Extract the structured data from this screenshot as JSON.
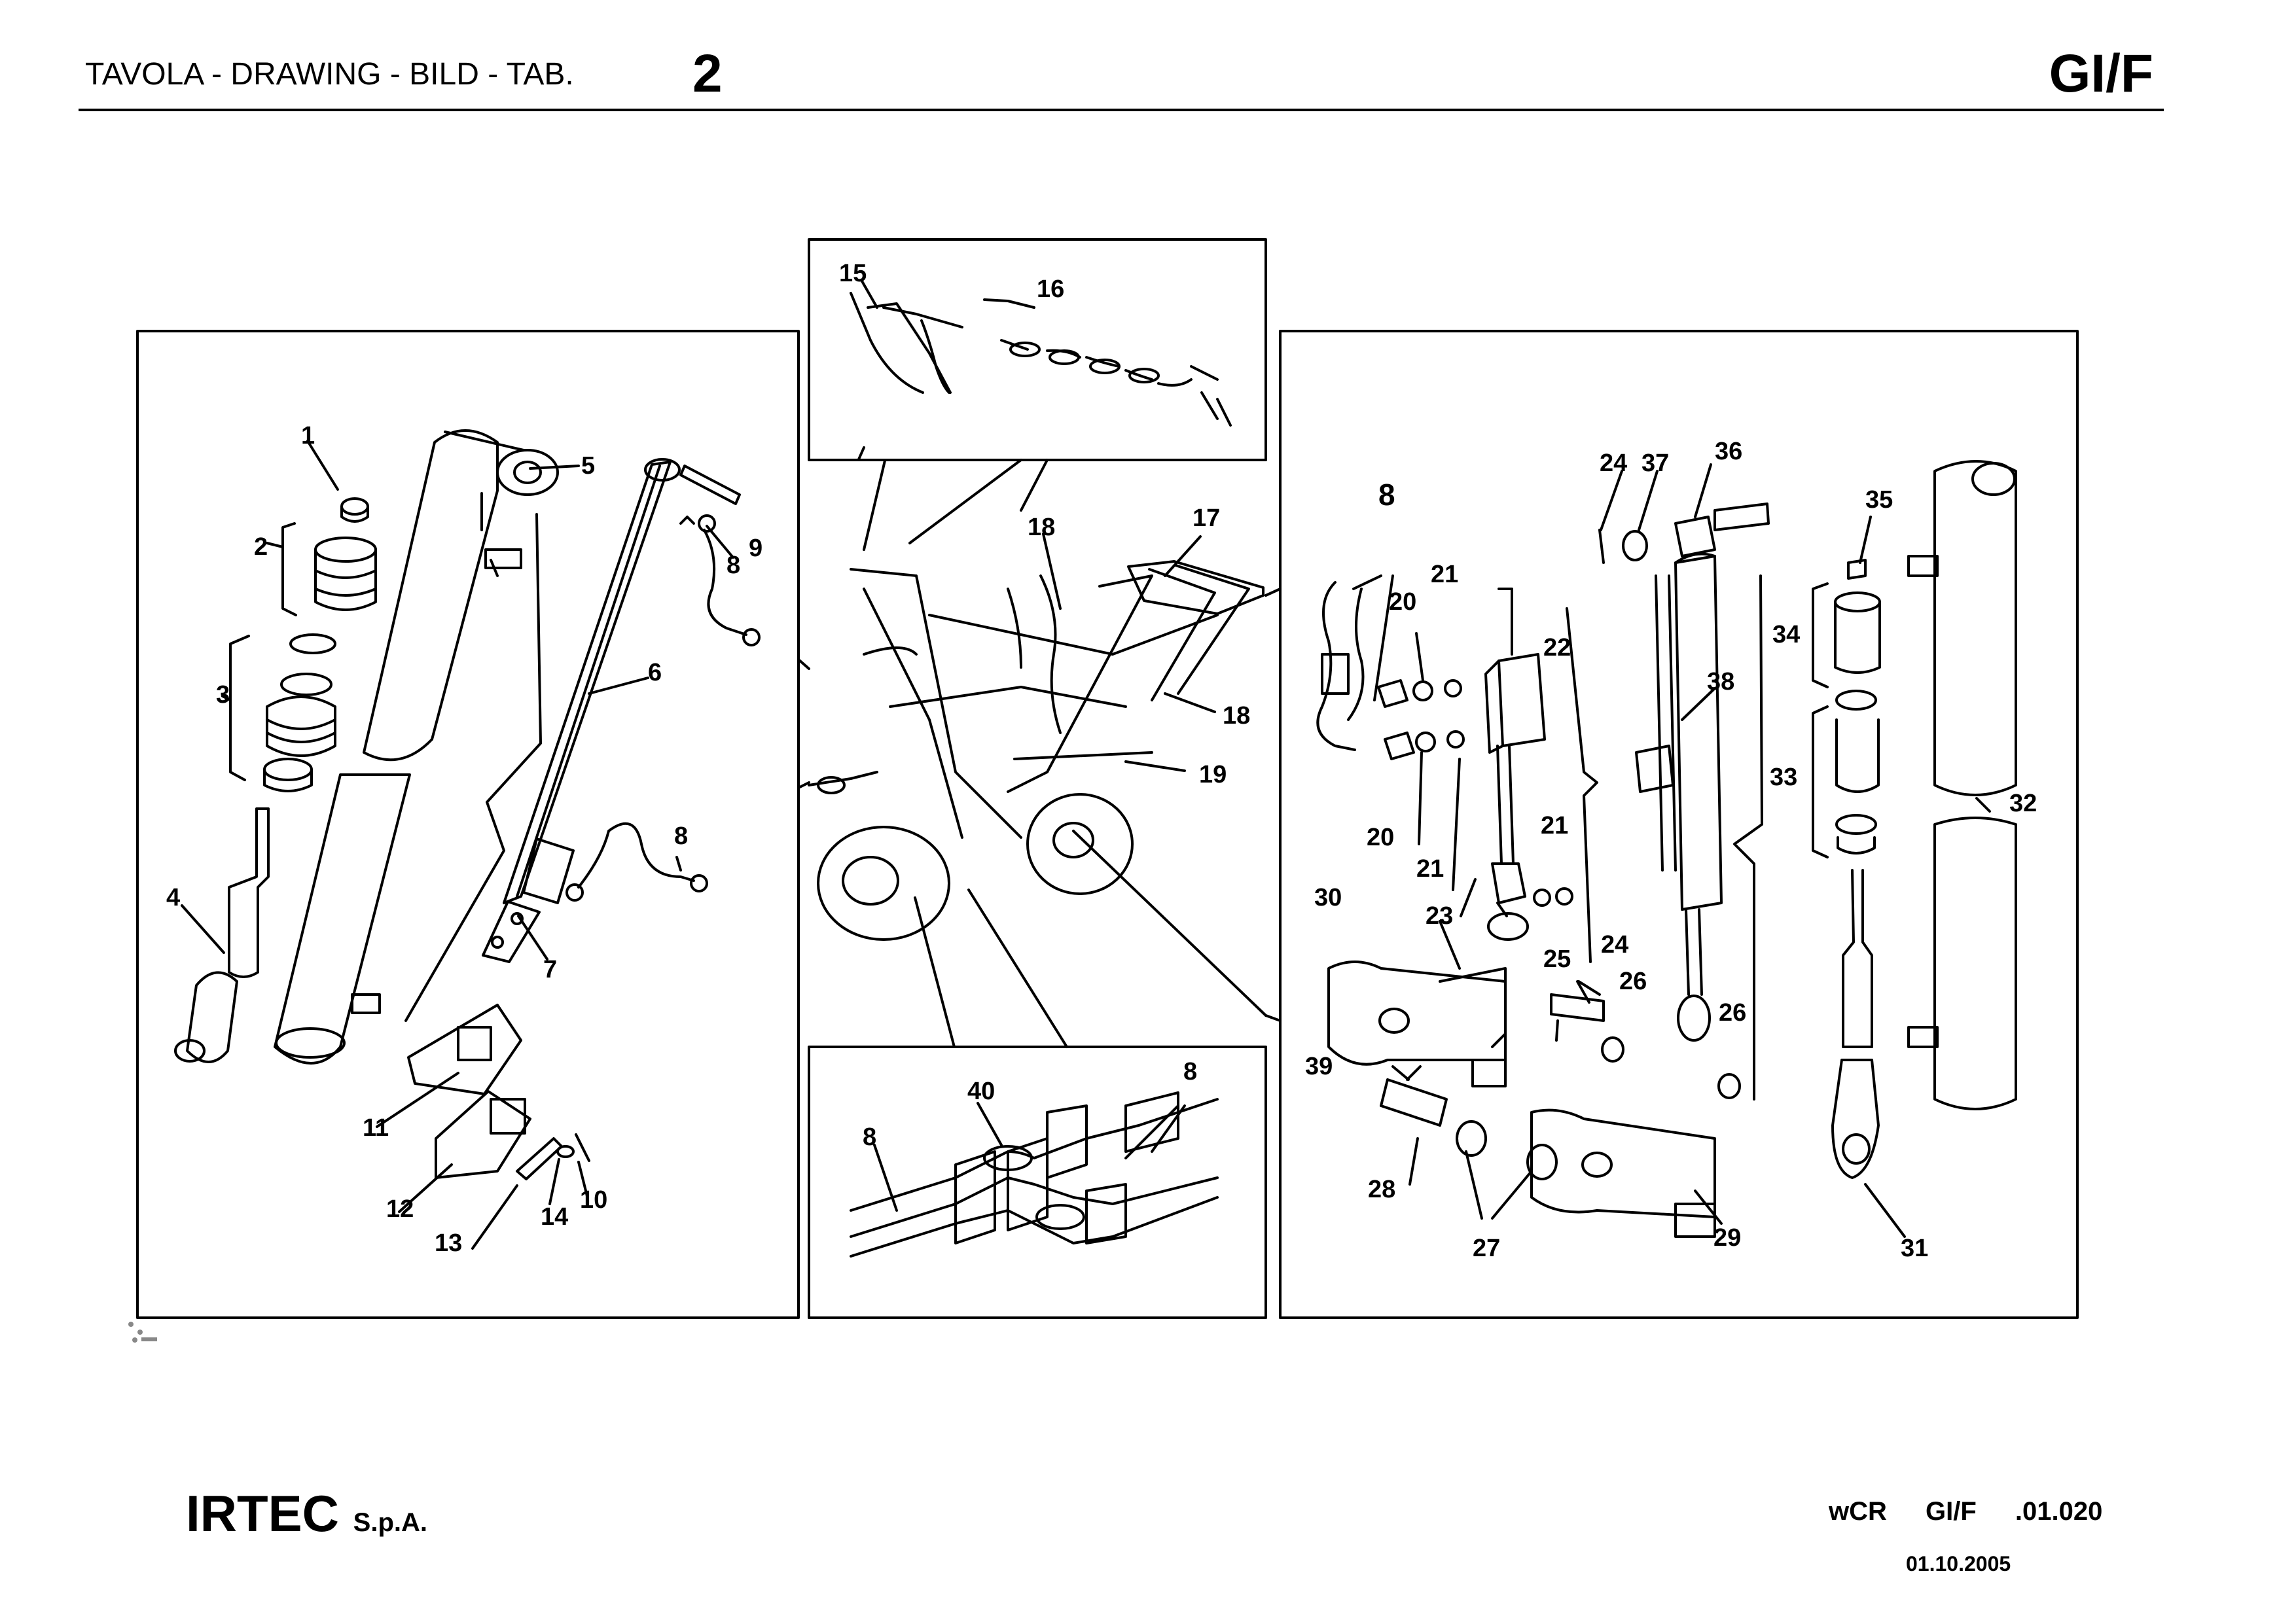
{
  "header": {
    "section_label": "TAVOLA - DRAWING - BILD - TAB.",
    "table_number": "2",
    "model_code": "GI/F"
  },
  "panels": {
    "left": {
      "callouts": [
        "1",
        "2",
        "3",
        "4",
        "5",
        "6",
        "7",
        "8",
        "9",
        "10",
        "11",
        "12",
        "13",
        "14"
      ]
    },
    "top_inset": {
      "callouts": [
        "15",
        "16"
      ]
    },
    "center": {
      "callouts": [
        "17",
        "18",
        "18",
        "19"
      ]
    },
    "bottom_inset": {
      "callouts": [
        "40",
        "8",
        "8"
      ]
    },
    "right": {
      "callouts": [
        "8",
        "20",
        "20",
        "21",
        "21",
        "21",
        "22",
        "23",
        "24",
        "24",
        "25",
        "26",
        "26",
        "27",
        "28",
        "29",
        "30",
        "31",
        "32",
        "33",
        "34",
        "35",
        "36",
        "37",
        "38",
        "39"
      ]
    }
  },
  "footer": {
    "brand": "IRTEC",
    "brand_suffix": "S.p.A.",
    "doc_code": "wCR GI/F .01.020",
    "date": "01.10.2005"
  },
  "colors": {
    "ink": "#000000",
    "paper": "#ffffff"
  }
}
